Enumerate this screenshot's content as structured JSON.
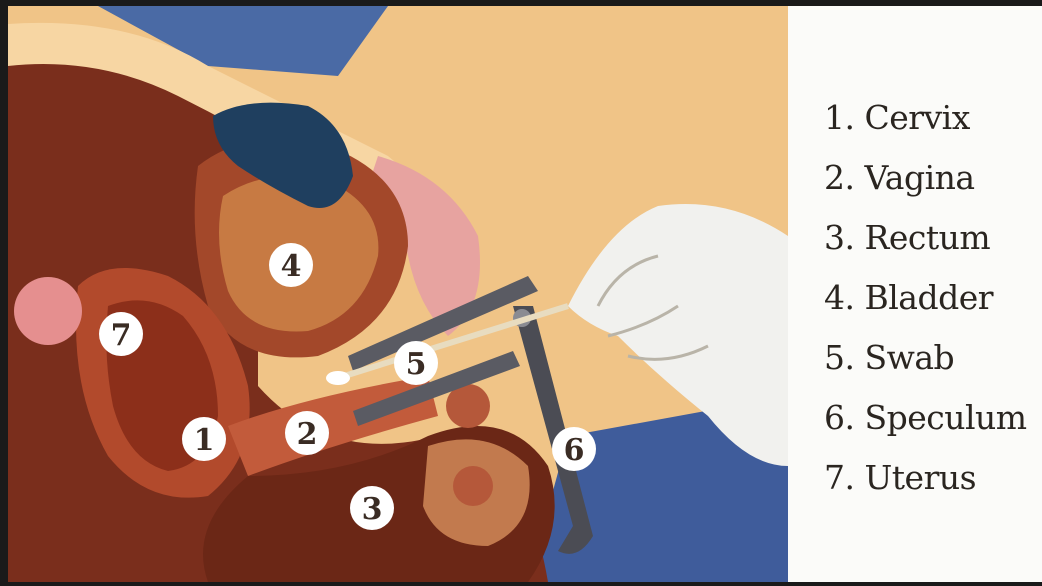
{
  "legend": {
    "items": [
      {
        "text": "1. Cervix"
      },
      {
        "text": "2. Vagina"
      },
      {
        "text": "3. Rectum"
      },
      {
        "text": "4. Bladder"
      },
      {
        "text": "5. Swab"
      },
      {
        "text": "6. Speculum"
      },
      {
        "text": "7. Uterus"
      }
    ]
  },
  "markers": {
    "m1": "1",
    "m2": "2",
    "m3": "3",
    "m4": "4",
    "m5": "5",
    "m6": "6",
    "m7": "7"
  },
  "colors": {
    "skin": "#f0c487",
    "tissue_dark": "#7a2e1c",
    "tissue_mid": "#a3482a",
    "bladder_fill": "#b96a3a",
    "pink": "#e7a3a0",
    "blue_drape": "#3f5c9b",
    "glove": "#f1f1ee",
    "metal": "#5a5b63",
    "marker_bg": "#ffffff"
  }
}
